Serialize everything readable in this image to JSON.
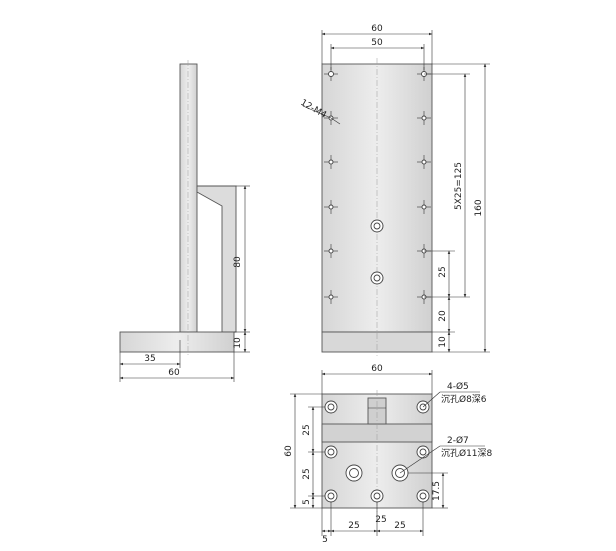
{
  "side_view": {
    "dim_height": "80",
    "dim_base_thickness": "10",
    "dim_offset": "35",
    "dim_base_width": "60"
  },
  "front_view": {
    "dim_width": "60",
    "dim_hole_span": "50",
    "callout_holes": "12-M4",
    "dim_pitch": "5X25=125",
    "dim_total_height": "160",
    "dim_25": "25",
    "dim_20": "20",
    "dim_10": "10"
  },
  "bottom_view": {
    "dim_width": "60",
    "callout_4": "4-Ø5",
    "callout_4_sub": "沉孔Ø8深6",
    "callout_2": "2-Ø7",
    "callout_2_sub": "沉孔Ø11深8",
    "dim_height": "60",
    "dim_25_a": "25",
    "dim_25_b": "25",
    "dim_5_left": "5",
    "dim_17_5": "17.5",
    "dim_5_bottom": "5",
    "dim_25_c": "25",
    "dim_25_d": "25"
  },
  "colors": {
    "plate_fill": "#e2e2e2",
    "plate_dark": "#cfcfcf",
    "line": "#333333"
  }
}
